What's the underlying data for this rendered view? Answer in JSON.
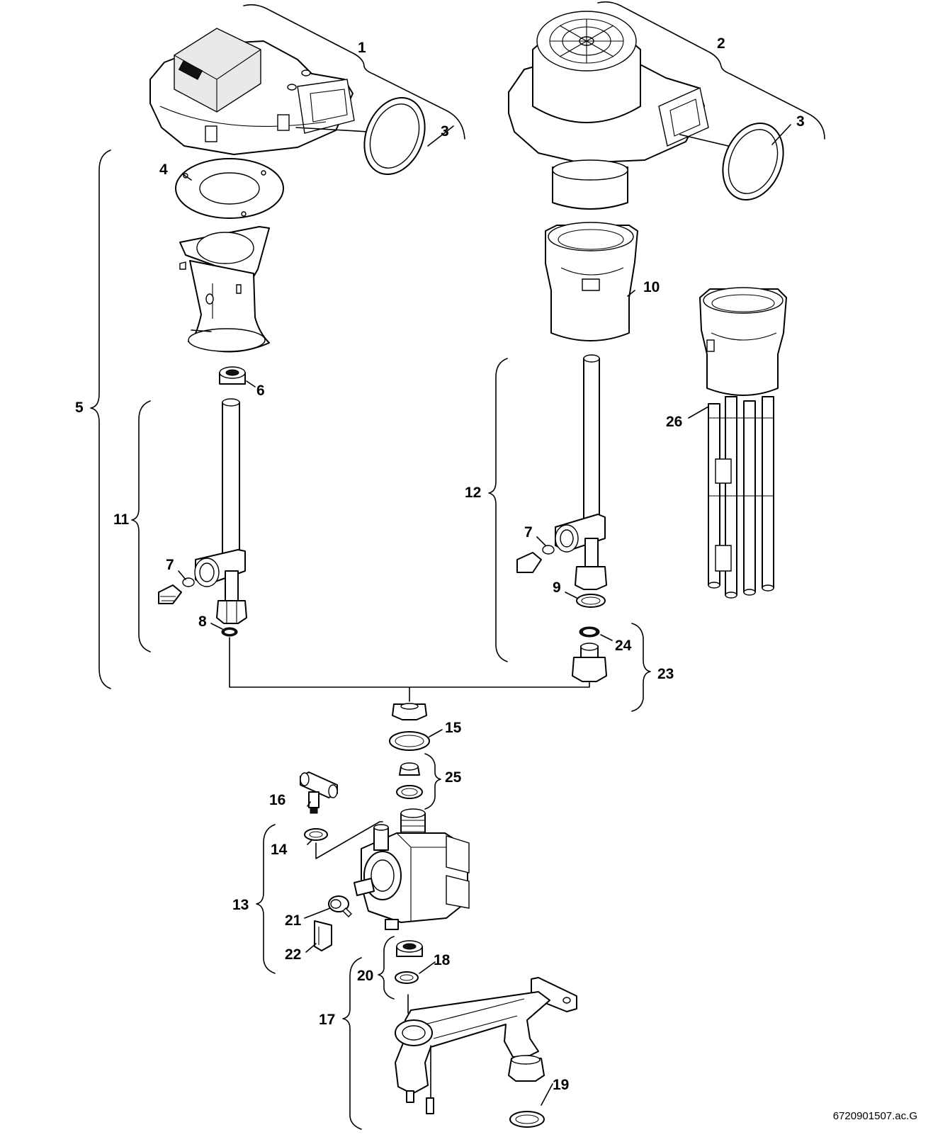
{
  "callouts": [
    "1",
    "2",
    "3",
    "3",
    "4",
    "5",
    "6",
    "7",
    "7",
    "8",
    "9",
    "10",
    "11",
    "12",
    "13",
    "14",
    "15",
    "16",
    "17",
    "18",
    "19",
    "20",
    "21",
    "22",
    "23",
    "24",
    "25",
    "26"
  ],
  "document_number": "6720901507.ac.G"
}
